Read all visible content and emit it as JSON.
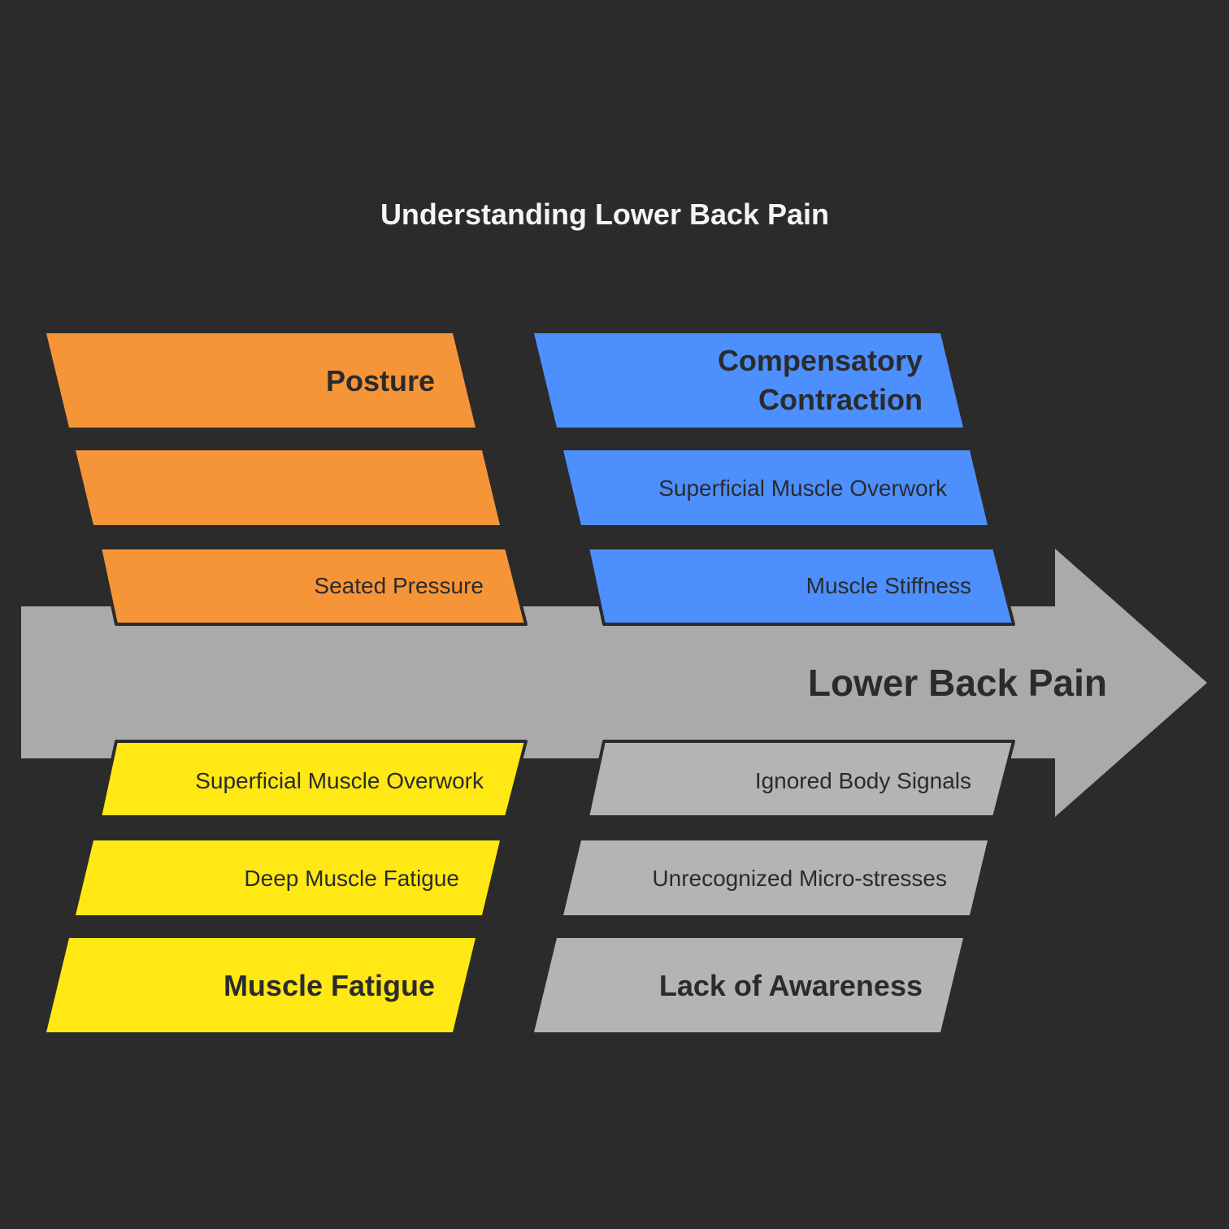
{
  "title": "Understanding Lower Back Pain",
  "effect": "Lower Back Pain",
  "colors": {
    "background": "#2b2b2b",
    "spine": "#aaaaaa",
    "posture": "#f69537",
    "compensatory": "#4d8ffd",
    "fatigue": "#ffe814",
    "awareness": "#b4b4b4",
    "text_dark": "#2b2b2b",
    "text_light": "#f5f5f5"
  },
  "categories": {
    "posture": {
      "label": "Posture",
      "causes": [
        "",
        "Seated Pressure"
      ]
    },
    "compensatory": {
      "label_line1": "Compensatory",
      "label_line2": "Contraction",
      "causes": [
        "Superficial Muscle Overwork",
        "Muscle Stiffness"
      ]
    },
    "fatigue": {
      "label": "Muscle Fatigue",
      "causes": [
        "Superficial Muscle Overwork",
        "Deep Muscle Fatigue"
      ]
    },
    "awareness": {
      "label": "Lack of Awareness",
      "causes": [
        "Ignored Body Signals",
        "Unrecognized Micro-stresses"
      ]
    }
  }
}
